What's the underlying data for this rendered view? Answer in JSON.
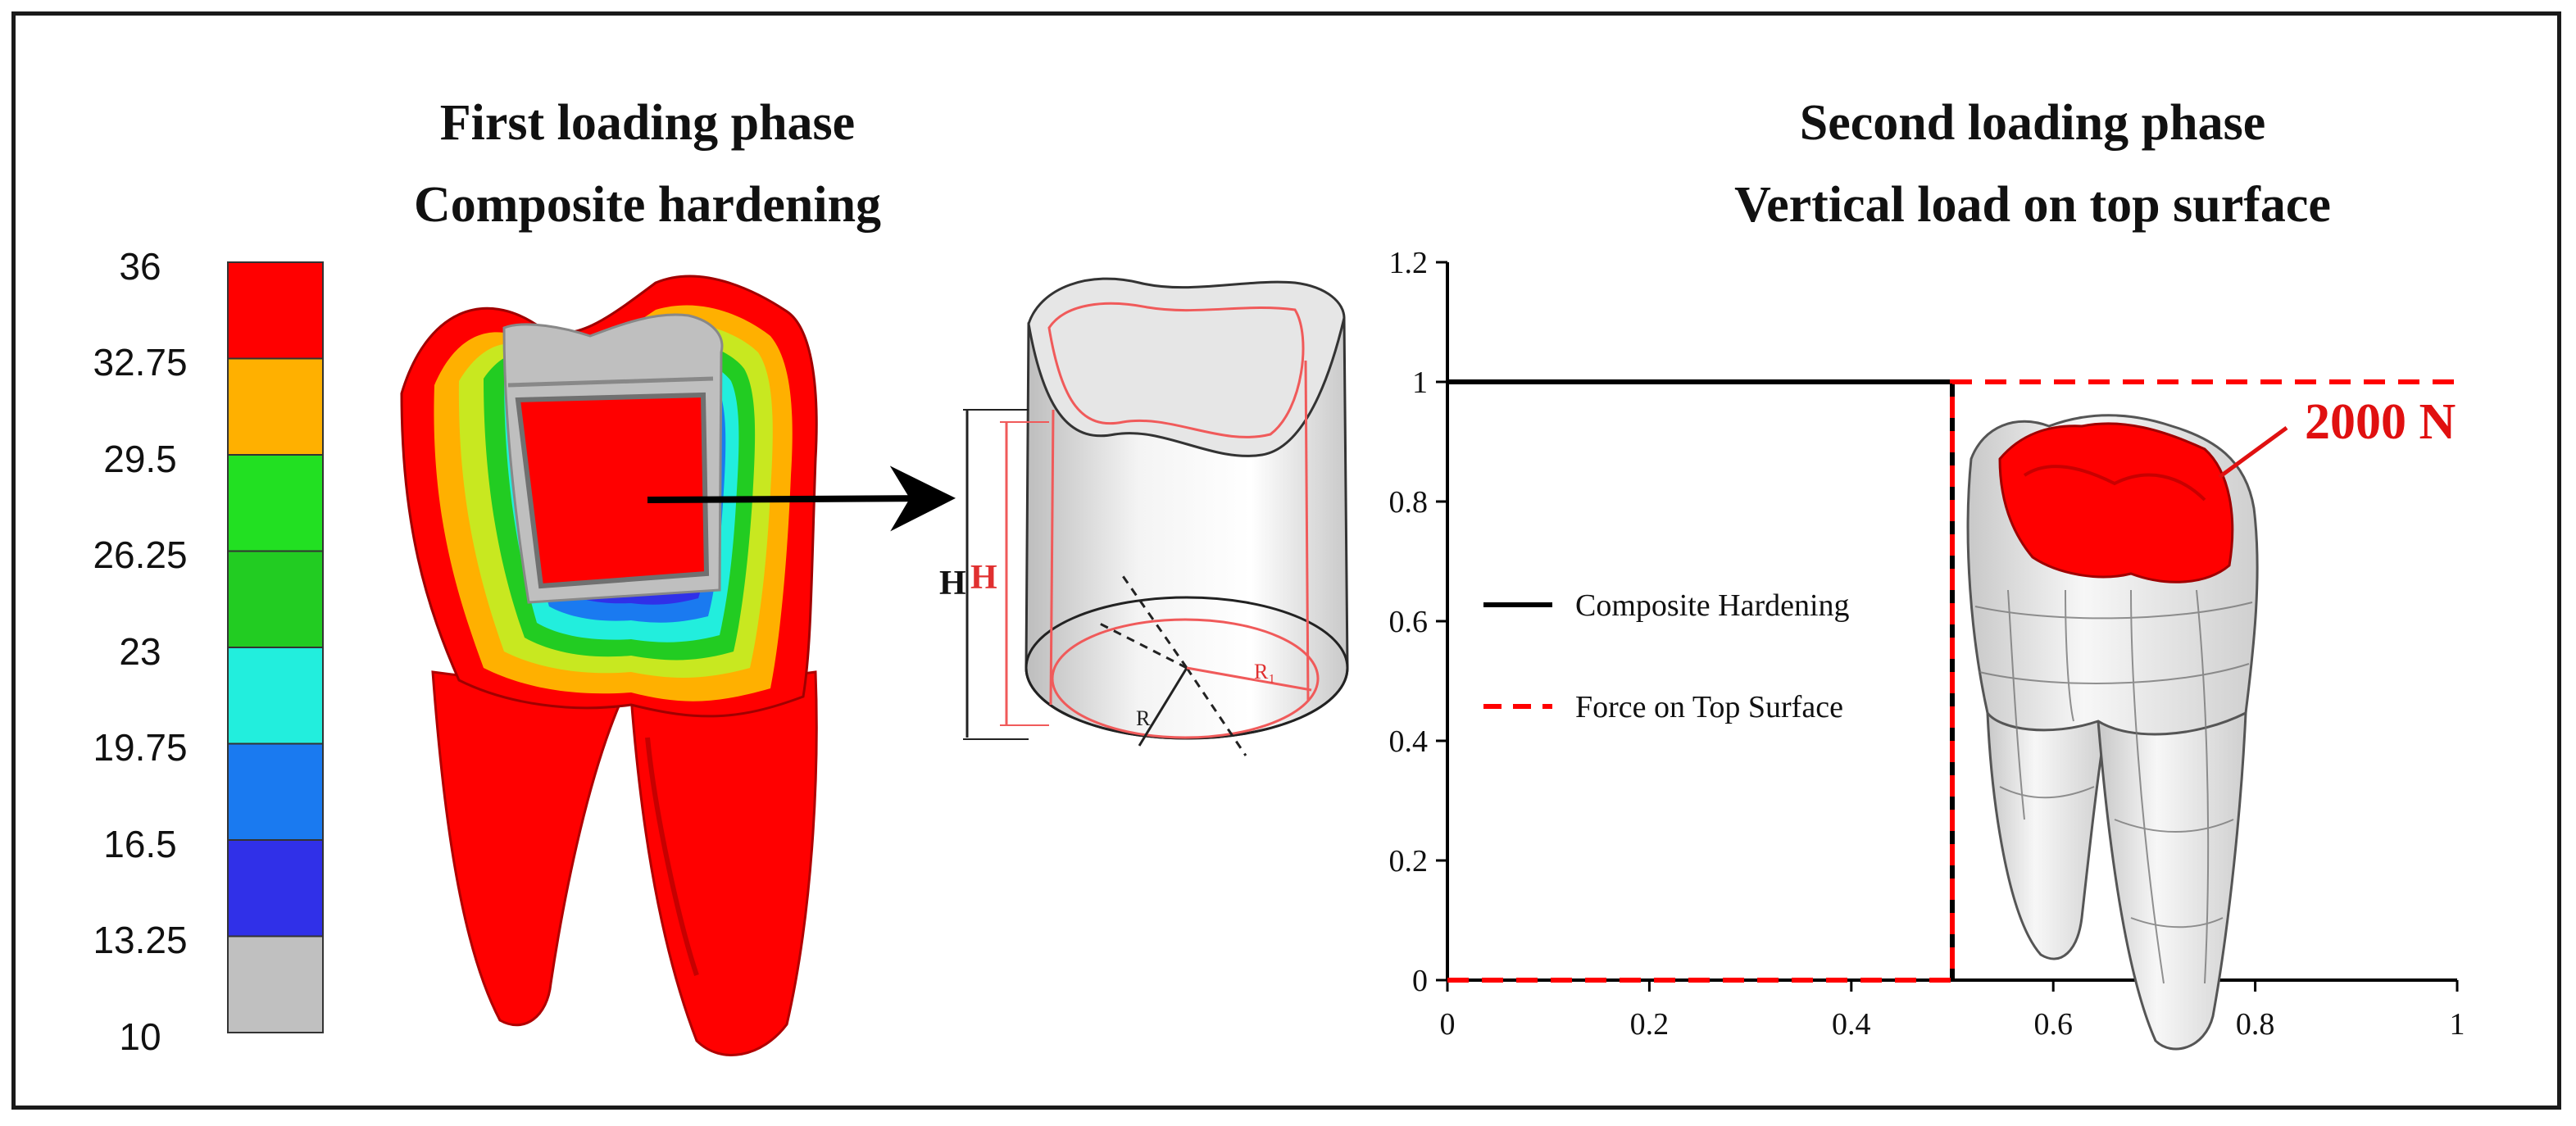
{
  "left_panel": {
    "title_line1": "First loading phase",
    "title_line2": "Composite hardening"
  },
  "legend": {
    "labels": [
      "36",
      "32.75",
      "29.5",
      "26.25",
      "23",
      "19.75",
      "16.5",
      "13.25",
      "10"
    ],
    "colors": [
      "#ff0000",
      "#ffb000",
      "#22e022",
      "#22cc22",
      "#22eedd",
      "#1a7af0",
      "#3030e8",
      "#c0c0c0"
    ]
  },
  "cylinder": {
    "label_outer_height": "H",
    "label_inner_height": "H",
    "label_outer_radius": "R",
    "label_inner_radius": "R₁"
  },
  "right_panel": {
    "title_line1": "Second loading phase",
    "title_line2": "Vertical load on top surface"
  },
  "force_label": "2000 N",
  "colors": {
    "red": "#ff0000",
    "black": "#000000"
  },
  "chart_data": {
    "type": "line",
    "xlim": [
      0,
      1
    ],
    "ylim": [
      0,
      1.2
    ],
    "x_ticks": [
      0,
      0.2,
      0.4,
      0.6,
      0.8,
      1
    ],
    "x_tick_labels": [
      "0",
      "0.2",
      "0.4",
      "0.6",
      "0.8",
      "1"
    ],
    "y_ticks": [
      0,
      0.2,
      0.4,
      0.6,
      0.8,
      1,
      1.2
    ],
    "y_tick_labels": [
      "0",
      "0.2",
      "0.4",
      "0.6",
      "0.8",
      "1",
      "1.2"
    ],
    "legend_placement": "center-left",
    "series": [
      {
        "name": "Composite Hardening",
        "color": "#000000",
        "dash": "solid",
        "x": [
          0,
          0.5,
          0.5
        ],
        "y": [
          1,
          1,
          0
        ]
      },
      {
        "name": "Force on Top Surface",
        "color": "#ff0000",
        "dash": "dashed",
        "x": [
          0,
          0.5,
          0.5,
          1
        ],
        "y": [
          0,
          0,
          1,
          1
        ]
      }
    ]
  }
}
